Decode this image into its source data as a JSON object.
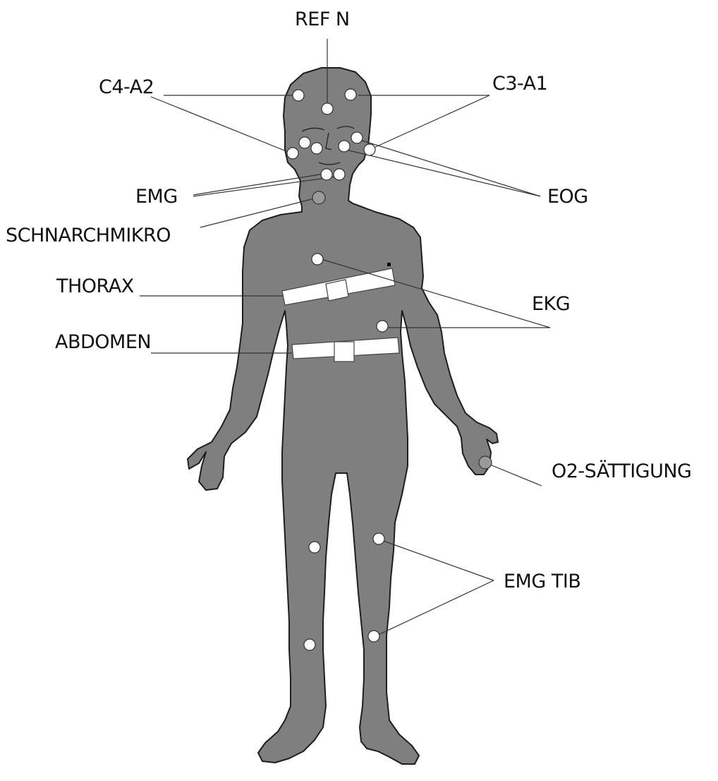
{
  "labels": {
    "ref_n": "REF N",
    "c4_a2": "C4-A2",
    "c3_a1": "C3-A1",
    "emg": "EMG",
    "eog": "EOG",
    "schnarchmikro": "SCHNARCHMIKRO",
    "thorax": "THORAX",
    "abdomen": "ABDOMEN",
    "ekg": "EKG",
    "o2_saettigung": "O2-SÄTTIGUNG",
    "emg_tib": "EMG TIB"
  },
  "colors": {
    "body": "#7f7f7f",
    "outline": "#1e1e1e",
    "sensor": "#ffffff",
    "accent_sensor": "#9a9a9a"
  }
}
